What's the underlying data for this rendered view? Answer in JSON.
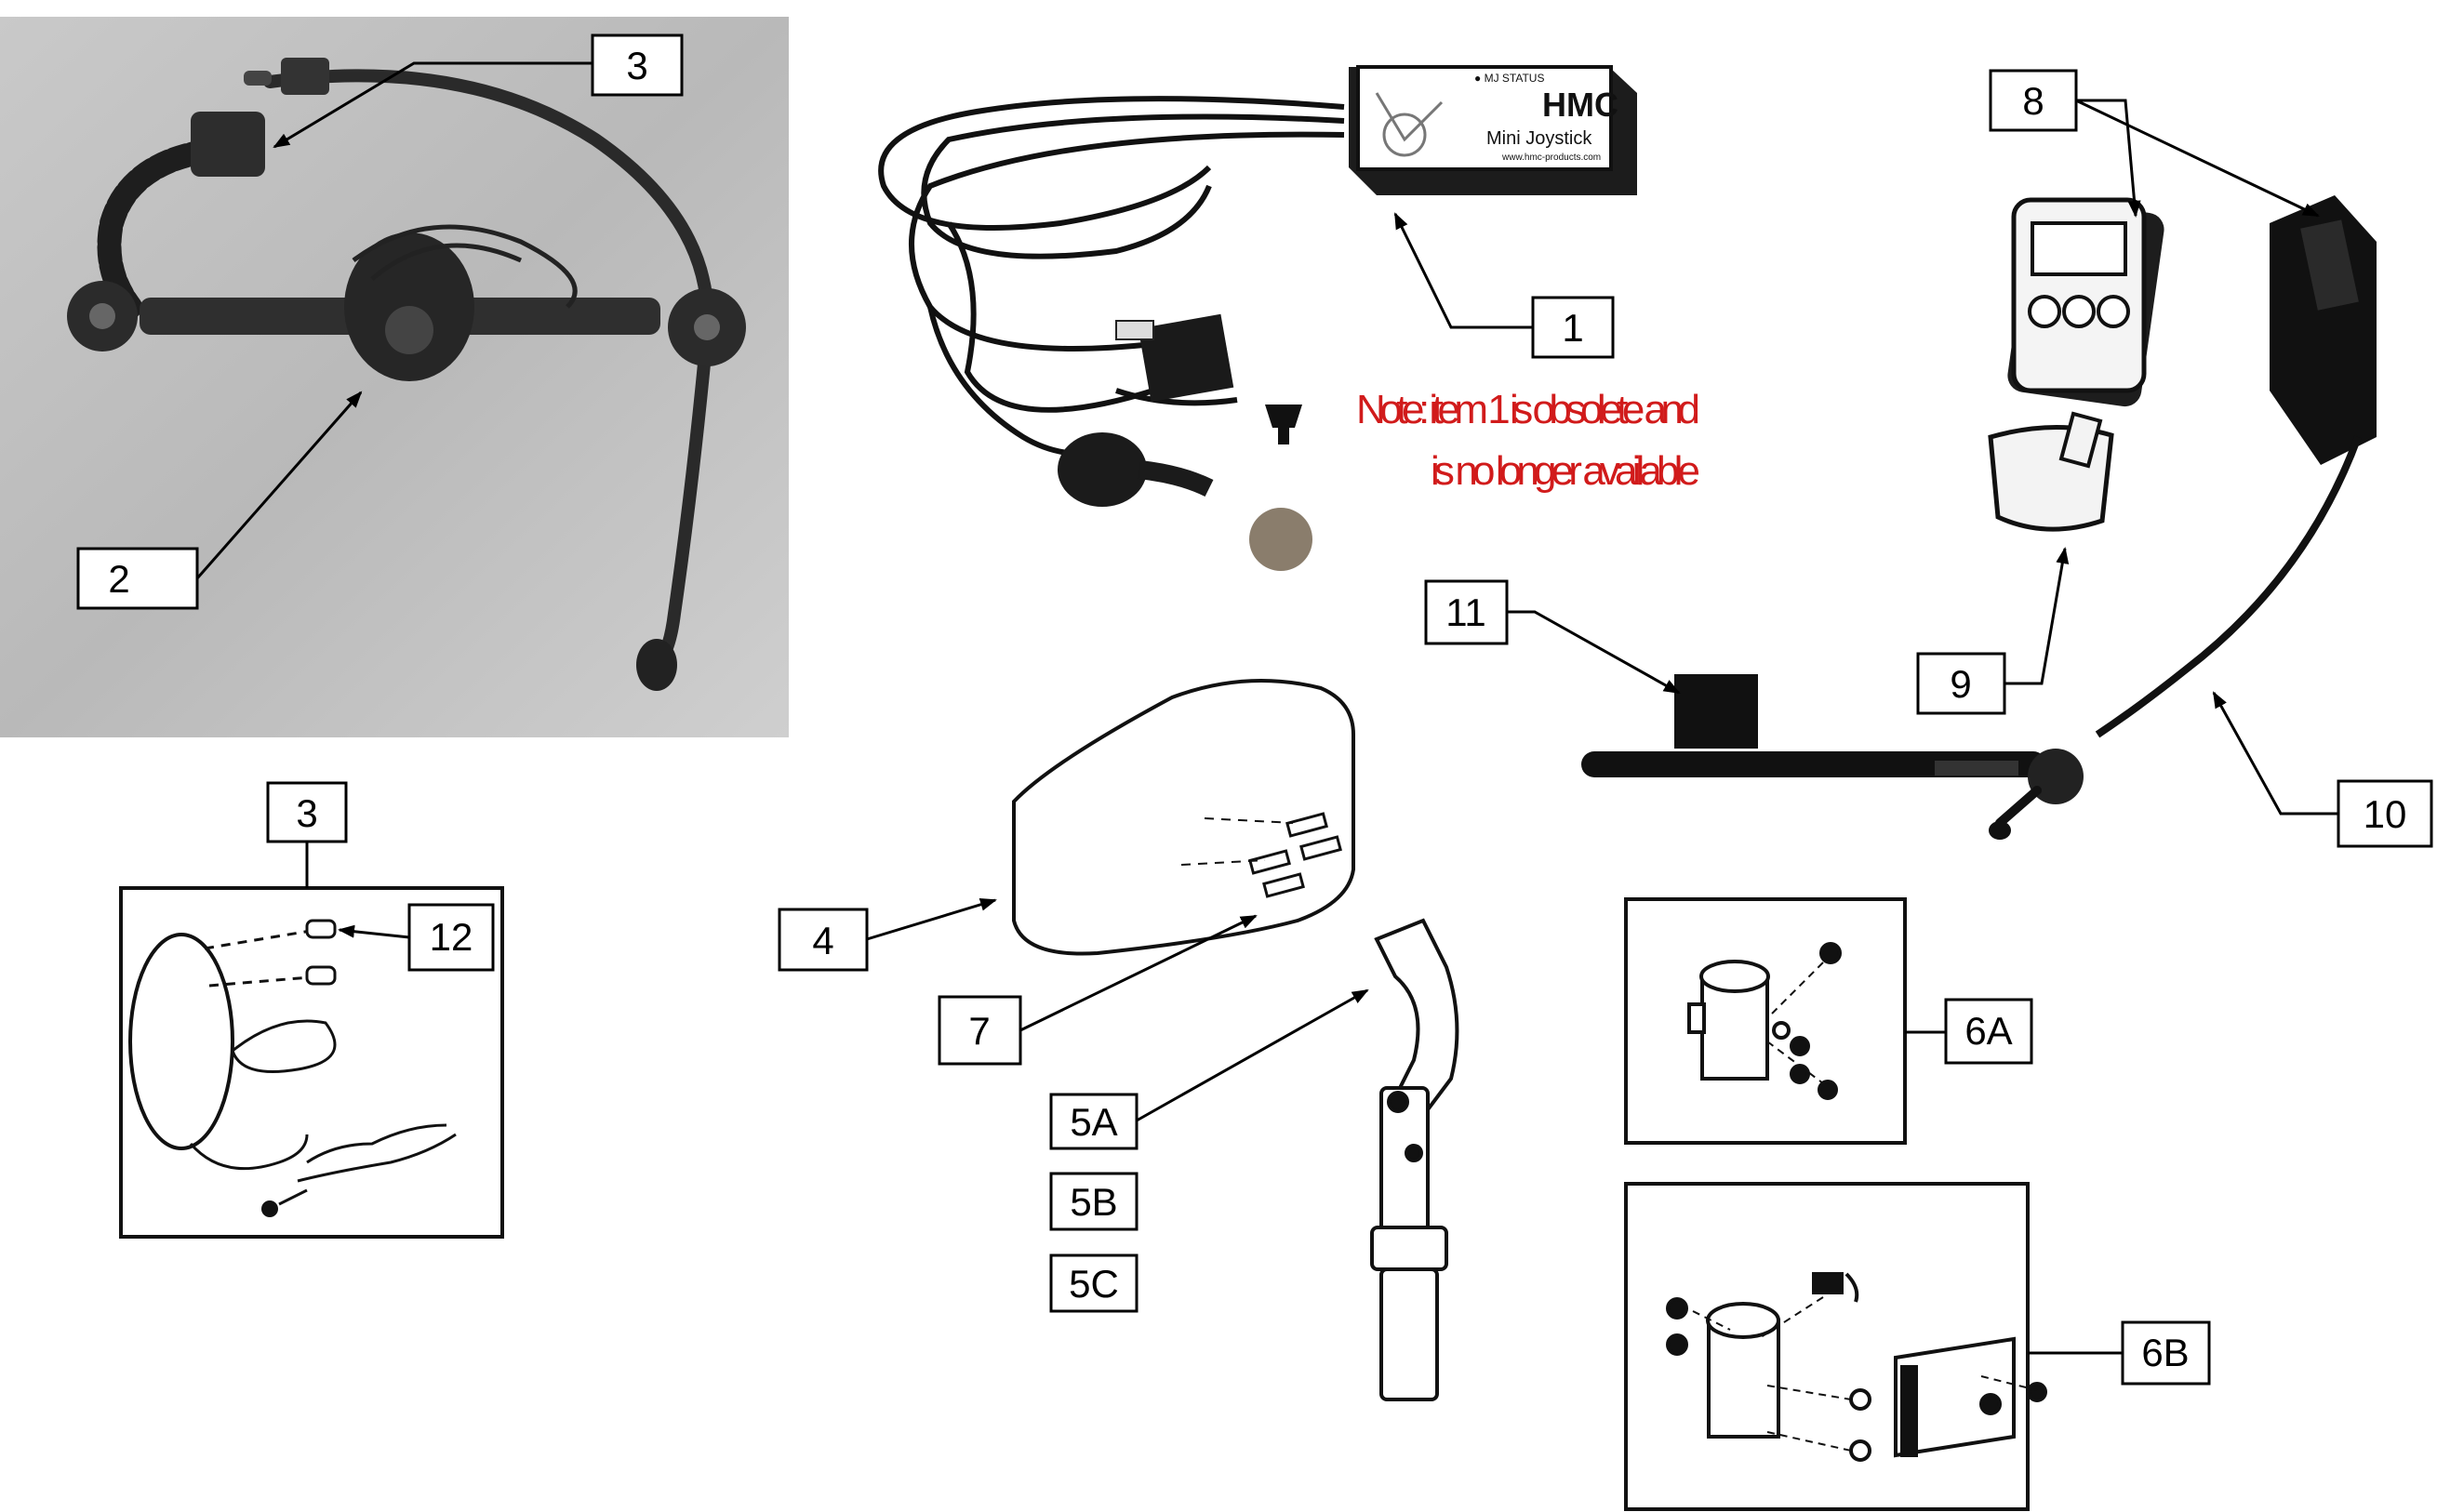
{
  "diagram": {
    "note": {
      "line1": "Note: item 1 is obsolete and",
      "line2": "is no longer available",
      "color": "#d11b1b"
    },
    "device_labels": {
      "brand": "HMC",
      "product": "Mini Joystick",
      "status": "● MJ STATUS",
      "url": "www.hmc-products.com"
    },
    "callouts": {
      "c1": "1",
      "c2": "2",
      "c3_top": "3",
      "c3_box": "3",
      "c4": "4",
      "c5a": "5A",
      "c5b": "5B",
      "c5c": "5C",
      "c6a": "6A",
      "c6b": "6B",
      "c7": "7",
      "c8": "8",
      "c9": "9",
      "c10": "10",
      "c11": "11",
      "c12": "12"
    }
  }
}
